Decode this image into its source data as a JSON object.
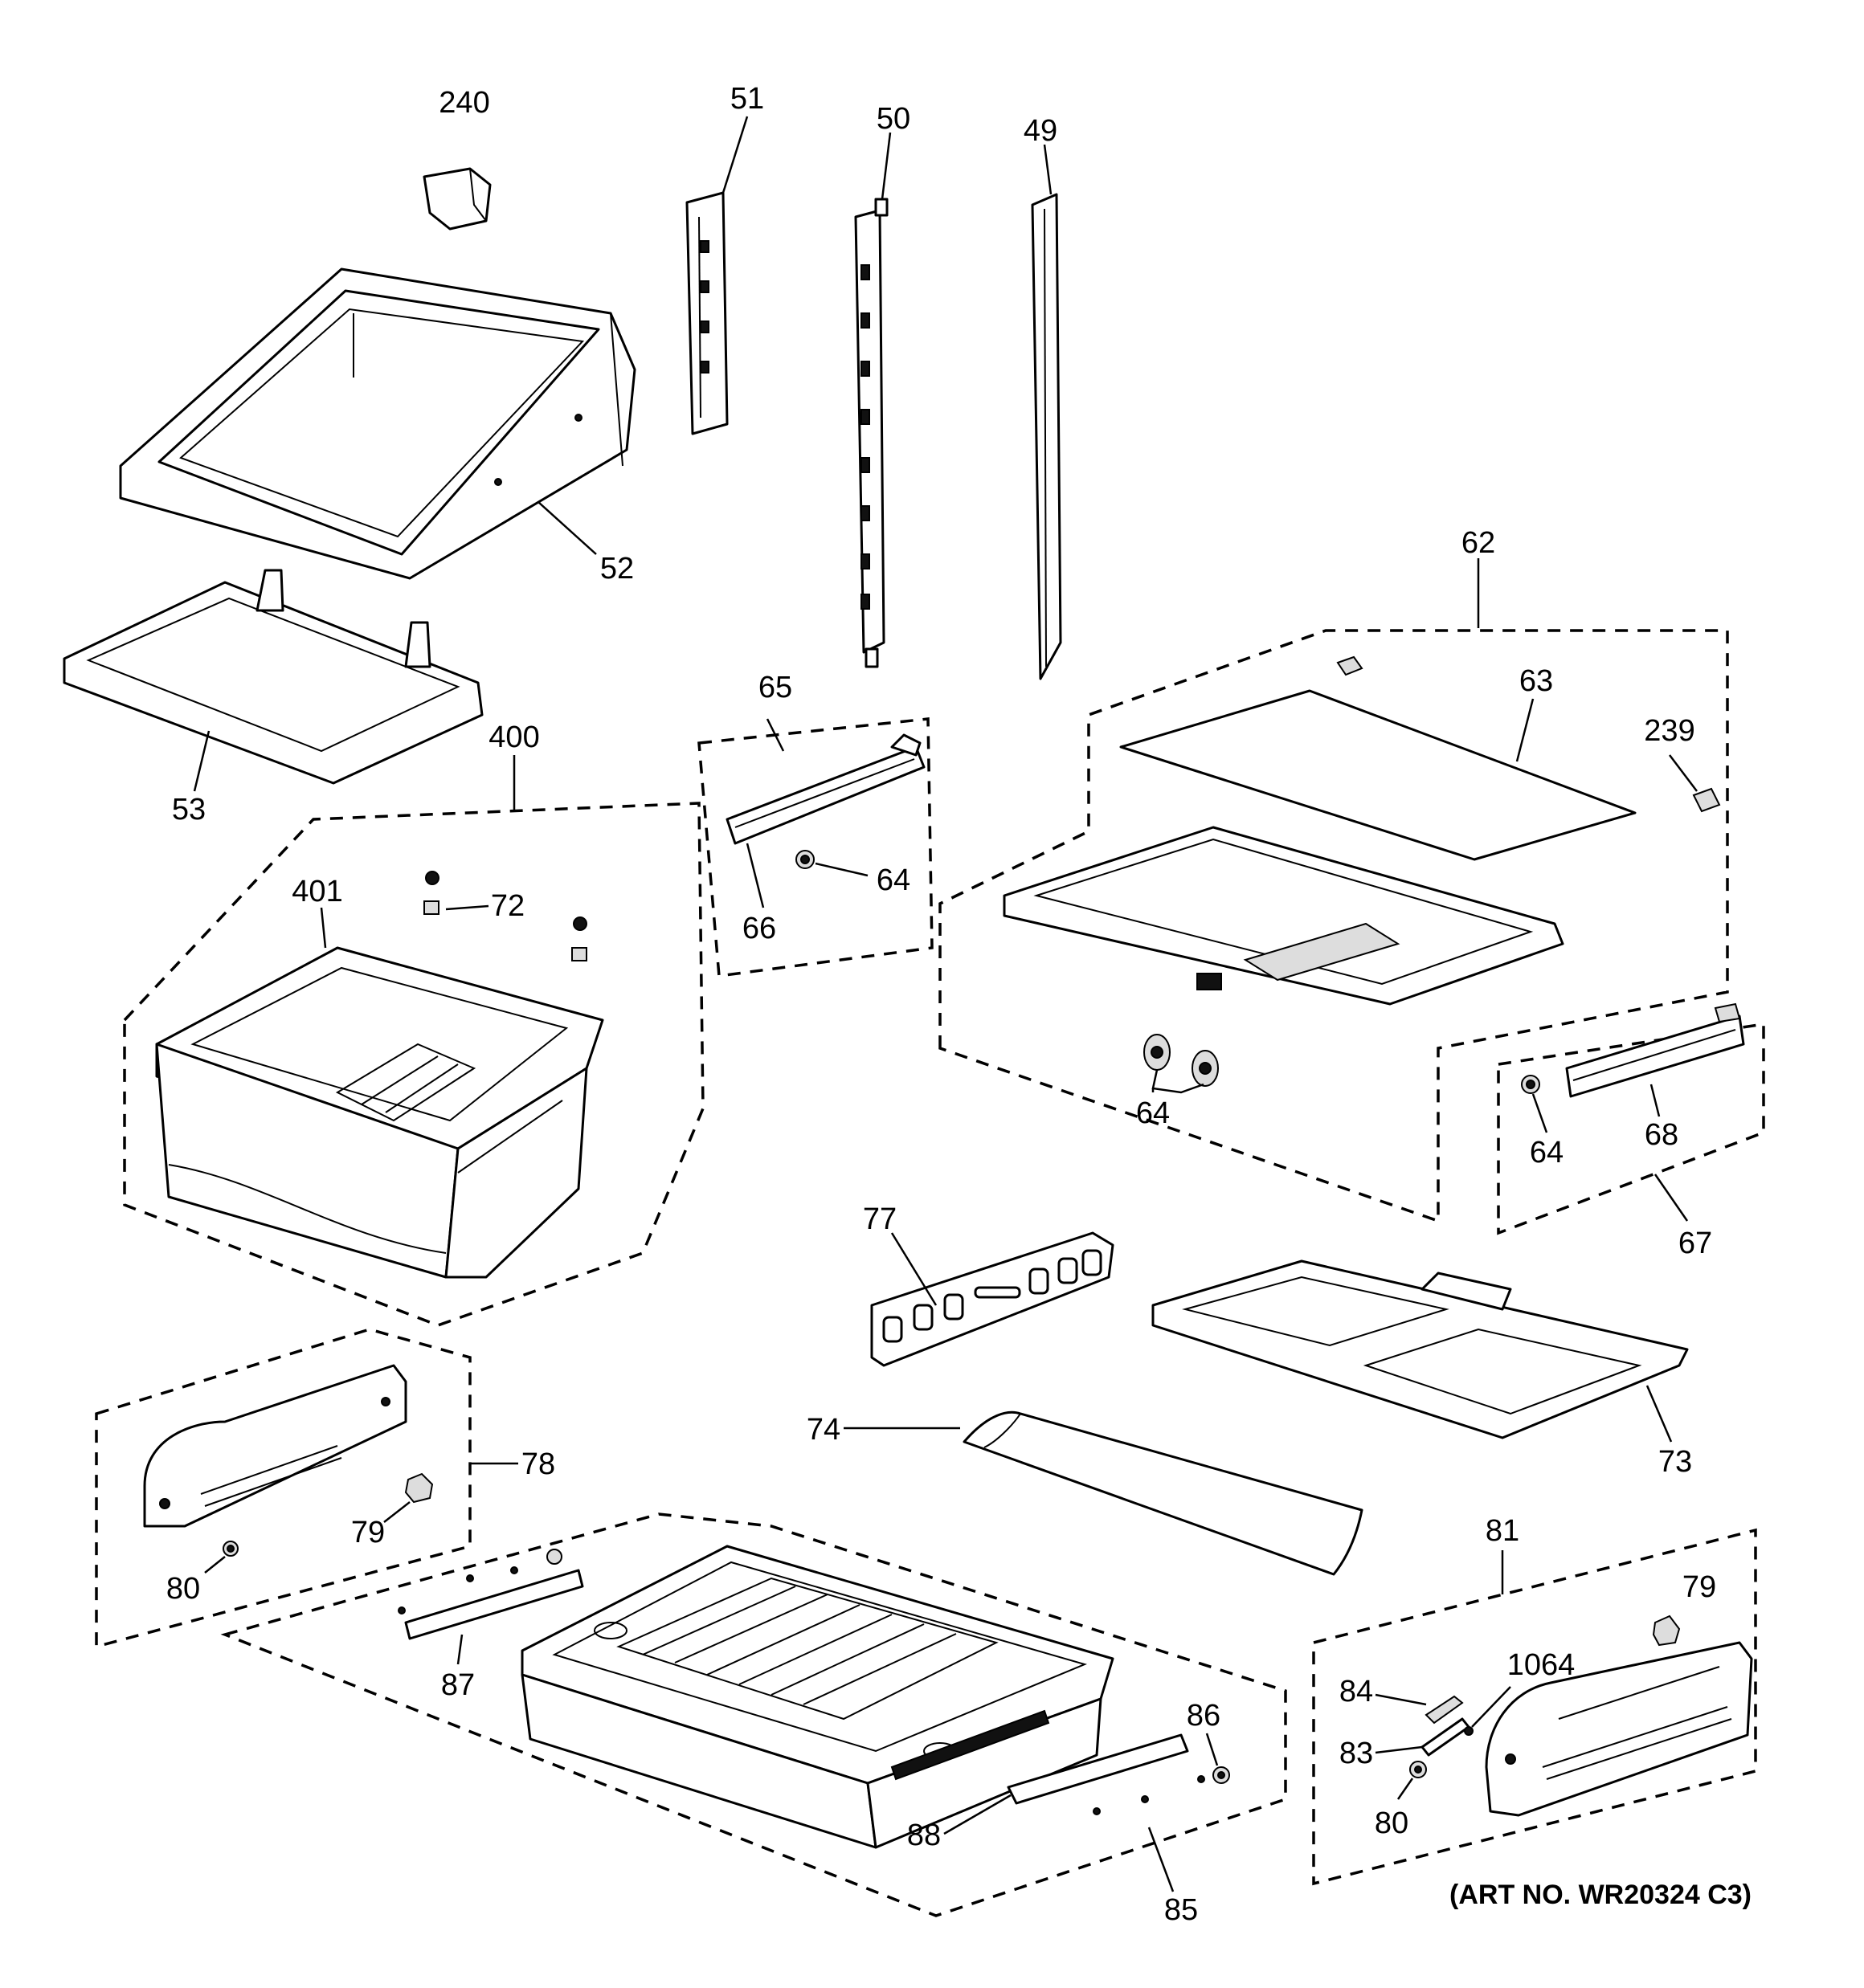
{
  "labels": {
    "p240": "240",
    "p51": "51",
    "p50": "50",
    "p49": "49",
    "p52": "52",
    "p53": "53",
    "p62": "62",
    "p63": "63",
    "p239": "239",
    "p65": "65",
    "p66": "66",
    "p64a": "64",
    "p400": "400",
    "p401": "401",
    "p72": "72",
    "p64b": "64",
    "p64c": "64",
    "p68": "68",
    "p67": "67",
    "p77": "77",
    "p74": "74",
    "p73": "73",
    "p78": "78",
    "p79a": "79",
    "p80a": "80",
    "p87": "87",
    "p86": "86",
    "p88": "88",
    "p85": "85",
    "p81": "81",
    "p79b": "79",
    "p84": "84",
    "p1064": "1064",
    "p83": "83",
    "p80b": "80"
  },
  "art_number": "(ART NO. WR20324 C3)"
}
